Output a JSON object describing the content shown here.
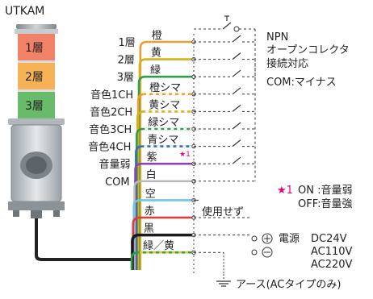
{
  "title": "UTKAM",
  "tower": {
    "layers": [
      {
        "label": "1層",
        "color": "#ef6c4c"
      },
      {
        "label": "2層",
        "color": "#f5a43a"
      },
      {
        "label": "3層",
        "color": "#4caf50"
      }
    ]
  },
  "signals": [
    {
      "name": "1層",
      "wire": "橙",
      "color": "#f39c33"
    },
    {
      "name": "2層",
      "wire": "黄",
      "color": "#d8b018"
    },
    {
      "name": "3層",
      "wire": "緑",
      "color": "#2e9e4a"
    },
    {
      "name": "音色1CH",
      "wire": "橙シマ",
      "color": "#f39c33"
    },
    {
      "name": "音色2CH",
      "wire": "黄シマ",
      "color": "#d8b018"
    },
    {
      "name": "音色3CH",
      "wire": "緑シマ",
      "color": "#2e9e4a"
    },
    {
      "name": "音色4CH",
      "wire": "青シマ",
      "color": "#2f6fb7"
    },
    {
      "name": "音量弱",
      "wire": "紫",
      "color": "#8e44ad"
    },
    {
      "name": "COM",
      "wire": "白",
      "color": "#bbbbbb"
    }
  ],
  "power_wires": [
    {
      "wire": "空",
      "color": "#6ec6ee"
    },
    {
      "wire": "赤",
      "color": "#e53935"
    },
    {
      "wire": "黒",
      "color": "#1a1a1a"
    },
    {
      "wire": "緑／黄",
      "color": "#2e9e4a"
    }
  ],
  "npn": {
    "line1": "NPN",
    "line2": "オープンコレクタ",
    "line3": "接続対応",
    "line4": "COM:マイナス"
  },
  "note": {
    "star": "★1",
    "on": "ON :音量弱",
    "off": "OFF:音量強",
    "marker": "★1"
  },
  "unused_label": "使用せず",
  "power": {
    "label": "電源",
    "v1": "DC24V",
    "v2": "AC110V",
    "v3": "AC220V"
  },
  "ground_label": "アース(ACタイプのみ)"
}
